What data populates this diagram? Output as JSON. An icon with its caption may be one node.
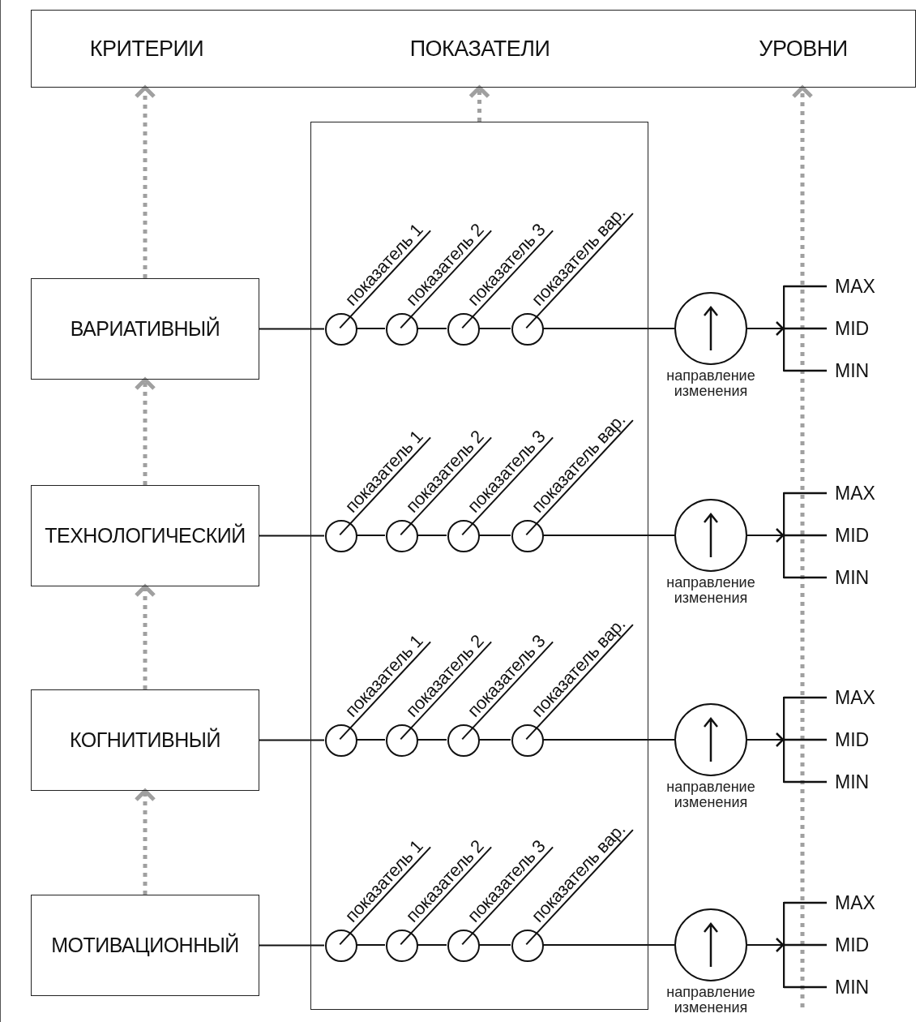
{
  "diagram": {
    "nodes": [
      {
        "text": [
          "КРИТЕРИИ",
          "ПОКАЗАТЕЛИ",
          "УРОВНИ"
        ]
      },
      {
        "text": [],
        "shape": "box"
      },
      {
        "text": [
          "ВАРИАТИВНЫЙ"
        ]
      },
      {
        "text": [],
        "shape": "circle",
        "in": 1,
        "beside": [
          "показатель 1"
        ]
      },
      {
        "text": [],
        "shape": "circle",
        "in": 1,
        "beside": [
          "показатель 2"
        ]
      },
      {
        "text": [],
        "shape": "circle",
        "in": 1,
        "beside": [
          "показатель 3"
        ]
      },
      {
        "text": [],
        "shape": "circle",
        "in": 1,
        "beside": [
          "показатель вар."
        ]
      },
      {
        "text": [],
        "shape": "circle",
        "beside": [
          "направление изменения"
        ]
      },
      {
        "text": [
          "MAX",
          "MID",
          "MIN"
        ]
      },
      {
        "text": [
          "ТЕХНОЛОГИЧЕСКИЙ"
        ]
      },
      {
        "text": [],
        "shape": "circle",
        "in": 1,
        "beside": [
          "показатель 1"
        ]
      },
      {
        "text": [],
        "shape": "circle",
        "in": 1,
        "beside": [
          "показатель 2"
        ]
      },
      {
        "text": [],
        "shape": "circle",
        "in": 1,
        "beside": [
          "показатель 3"
        ]
      },
      {
        "text": [],
        "shape": "circle",
        "in": 1,
        "beside": [
          "показатель вар."
        ]
      },
      {
        "text": [],
        "shape": "circle",
        "beside": [
          "направление изменения"
        ]
      },
      {
        "text": [
          "MAX",
          "MID",
          "MIN"
        ]
      },
      {
        "text": [
          "КОГНИТИВНЫЙ"
        ]
      },
      {
        "text": [],
        "shape": "circle",
        "in": 1,
        "beside": [
          "показатель 1"
        ]
      },
      {
        "text": [],
        "shape": "circle",
        "in": 1,
        "beside": [
          "показатель 2"
        ]
      },
      {
        "text": [],
        "shape": "circle",
        "in": 1,
        "beside": [
          "показатель 3"
        ]
      },
      {
        "text": [],
        "shape": "circle",
        "in": 1,
        "beside": [
          "показатель вар."
        ]
      },
      {
        "text": [],
        "shape": "circle",
        "beside": [
          "направление изменения"
        ]
      },
      {
        "text": [
          "MAX",
          "MID",
          "MIN"
        ]
      },
      {
        "text": [
          "МОТИВАЦИОННЫЙ"
        ]
      },
      {
        "text": [],
        "shape": "circle",
        "in": 1,
        "beside": [
          "показатель 1"
        ]
      },
      {
        "text": [],
        "shape": "circle",
        "in": 1,
        "beside": [
          "показатель 2"
        ]
      },
      {
        "text": [],
        "shape": "circle",
        "in": 1,
        "beside": [
          "показатель 3"
        ]
      },
      {
        "text": [],
        "shape": "circle",
        "in": 1,
        "beside": [
          "показатель вар."
        ]
      },
      {
        "text": [],
        "shape": "circle",
        "beside": [
          "направление изменения"
        ]
      },
      {
        "text": [
          "MAX",
          "MID",
          "MIN"
        ]
      }
    ],
    "edges": [
      {
        "from": 2,
        "to": 0,
        "arrow": "to",
        "style": "dashed",
        "color": "#a0a0a0"
      },
      {
        "from": 1,
        "to": 0,
        "arrow": "to",
        "style": "dashed",
        "color": "#a0a0a0"
      },
      {
        "from": null,
        "to": 0,
        "arrow": "to",
        "style": "dashed",
        "color": "#a0a0a0"
      },
      {
        "from": 2,
        "to": 3,
        "arrow": "none"
      },
      {
        "from": 3,
        "to": 4,
        "arrow": "none"
      },
      {
        "from": 4,
        "to": 5,
        "arrow": "none"
      },
      {
        "from": 5,
        "to": 6,
        "arrow": "none"
      },
      {
        "from": 6,
        "to": 7,
        "arrow": "none"
      },
      {
        "from": 7,
        "to": 8,
        "arrow": "to"
      },
      {
        "from": 9,
        "to": 2,
        "arrow": "to",
        "style": "dashed",
        "color": "#a0a0a0"
      },
      {
        "from": 9,
        "to": 10,
        "arrow": "none"
      },
      {
        "from": 10,
        "to": 11,
        "arrow": "none"
      },
      {
        "from": 11,
        "to": 12,
        "arrow": "none"
      },
      {
        "from": 12,
        "to": 13,
        "arrow": "none"
      },
      {
        "from": 13,
        "to": 14,
        "arrow": "none"
      },
      {
        "from": 14,
        "to": 15,
        "arrow": "to"
      },
      {
        "from": 16,
        "to": 9,
        "arrow": "to",
        "style": "dashed",
        "color": "#a0a0a0"
      },
      {
        "from": 16,
        "to": 17,
        "arrow": "none"
      },
      {
        "from": 17,
        "to": 18,
        "arrow": "none"
      },
      {
        "from": 18,
        "to": 19,
        "arrow": "none"
      },
      {
        "from": 19,
        "to": 20,
        "arrow": "none"
      },
      {
        "from": 20,
        "to": 21,
        "arrow": "none"
      },
      {
        "from": 21,
        "to": 22,
        "arrow": "to"
      },
      {
        "from": 23,
        "to": 16,
        "arrow": "to",
        "style": "dashed",
        "color": "#a0a0a0"
      },
      {
        "from": 23,
        "to": 24,
        "arrow": "none"
      },
      {
        "from": 24,
        "to": 25,
        "arrow": "none"
      },
      {
        "from": 25,
        "to": 26,
        "arrow": "none"
      },
      {
        "from": 26,
        "to": 27,
        "arrow": "none"
      },
      {
        "from": 27,
        "to": 28,
        "arrow": "none"
      },
      {
        "from": 28,
        "to": 29,
        "arrow": "to"
      }
    ]
  }
}
